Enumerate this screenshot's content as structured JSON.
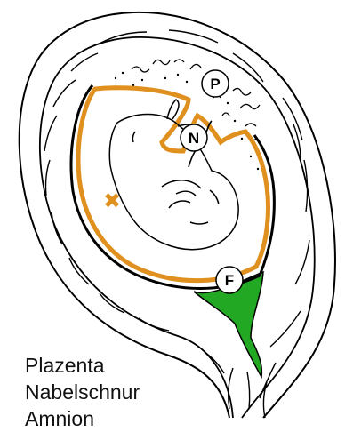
{
  "diagram": {
    "markers": {
      "P": "P",
      "N": "N",
      "F": "F",
      "cross": "✖"
    },
    "legend": [
      "Plazenta",
      "Nabelschnur",
      "Amnion"
    ],
    "colors": {
      "line": "#000000",
      "amnion": "#e0901e",
      "cross": "#e0901e",
      "fluid": "#22a822",
      "marker_fill": "#ffffff"
    }
  }
}
